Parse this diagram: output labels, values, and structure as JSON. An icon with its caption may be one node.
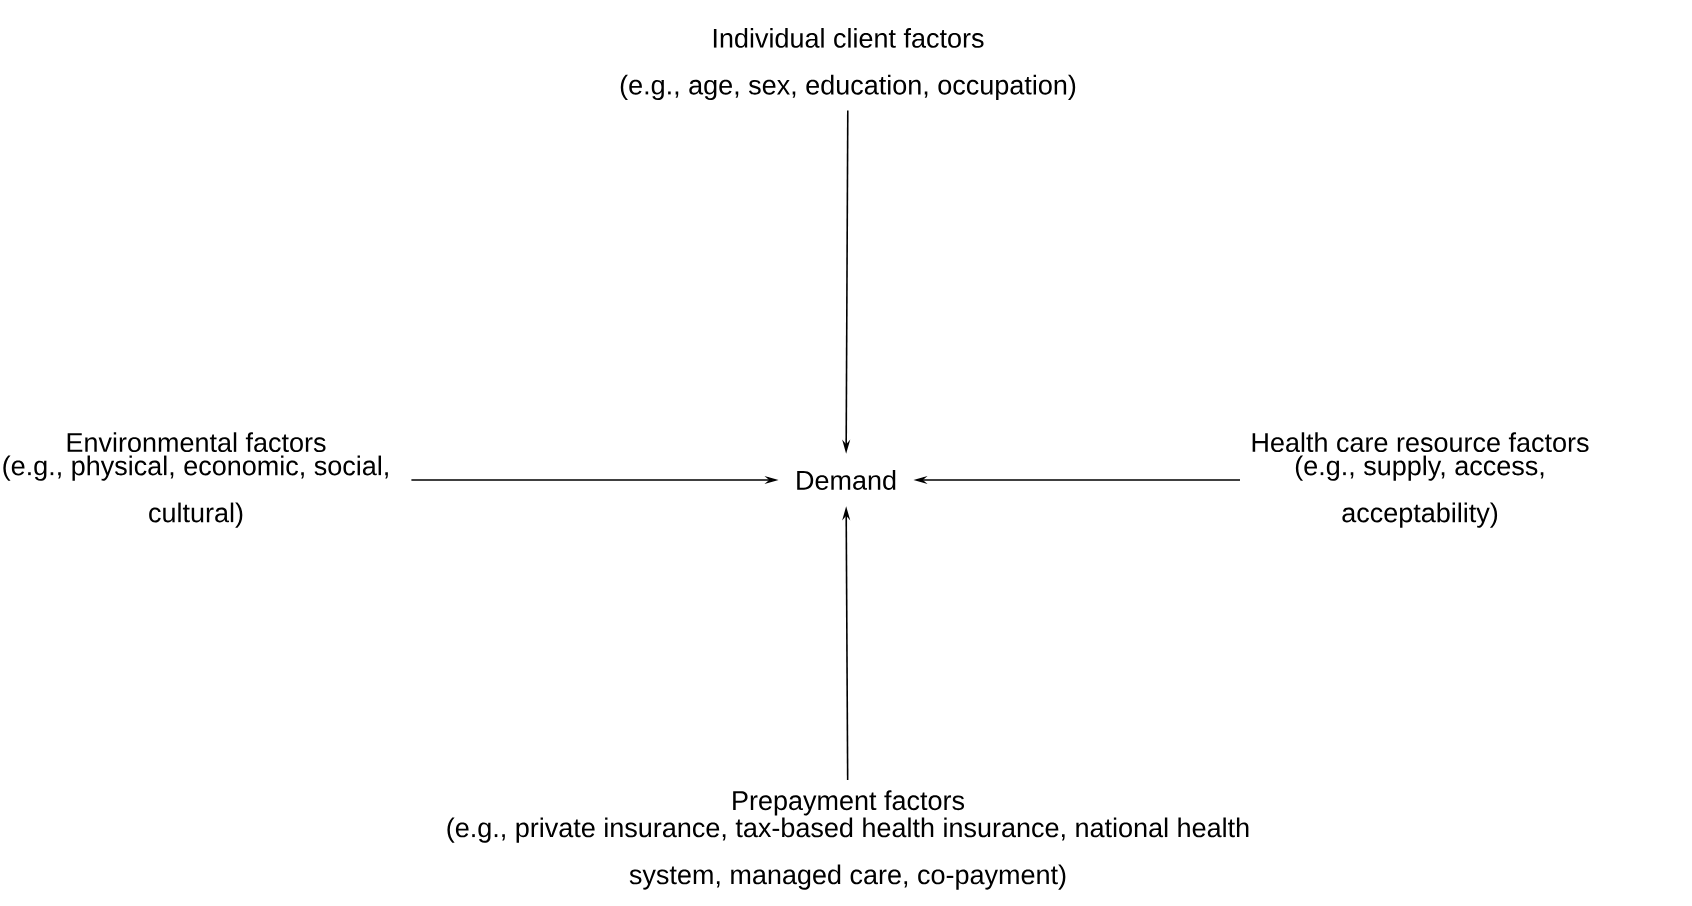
{
  "diagram": {
    "nodes": [
      {
        "text": [
          "Individual client factors",
          "(e.g., age, sex, education, occupation)"
        ]
      },
      {
        "text": [
          "Environmental factors",
          "(e.g., physical, economic, social, cultural)"
        ]
      },
      {
        "text": [
          "Demand"
        ]
      },
      {
        "text": [
          "Health care resource factors",
          "(e.g., supply, access, acceptability)"
        ]
      },
      {
        "text": [
          "Prepayment factors",
          "(e.g., private insurance, tax-based health insurance, national health system, managed care, co-payment)"
        ]
      }
    ],
    "edges": [
      {
        "from": 0,
        "to": 2,
        "arrow": "to"
      },
      {
        "from": 1,
        "to": 2,
        "arrow": "to"
      },
      {
        "from": 3,
        "to": 2,
        "arrow": "to"
      },
      {
        "from": 4,
        "to": 2,
        "arrow": "to"
      }
    ]
  }
}
